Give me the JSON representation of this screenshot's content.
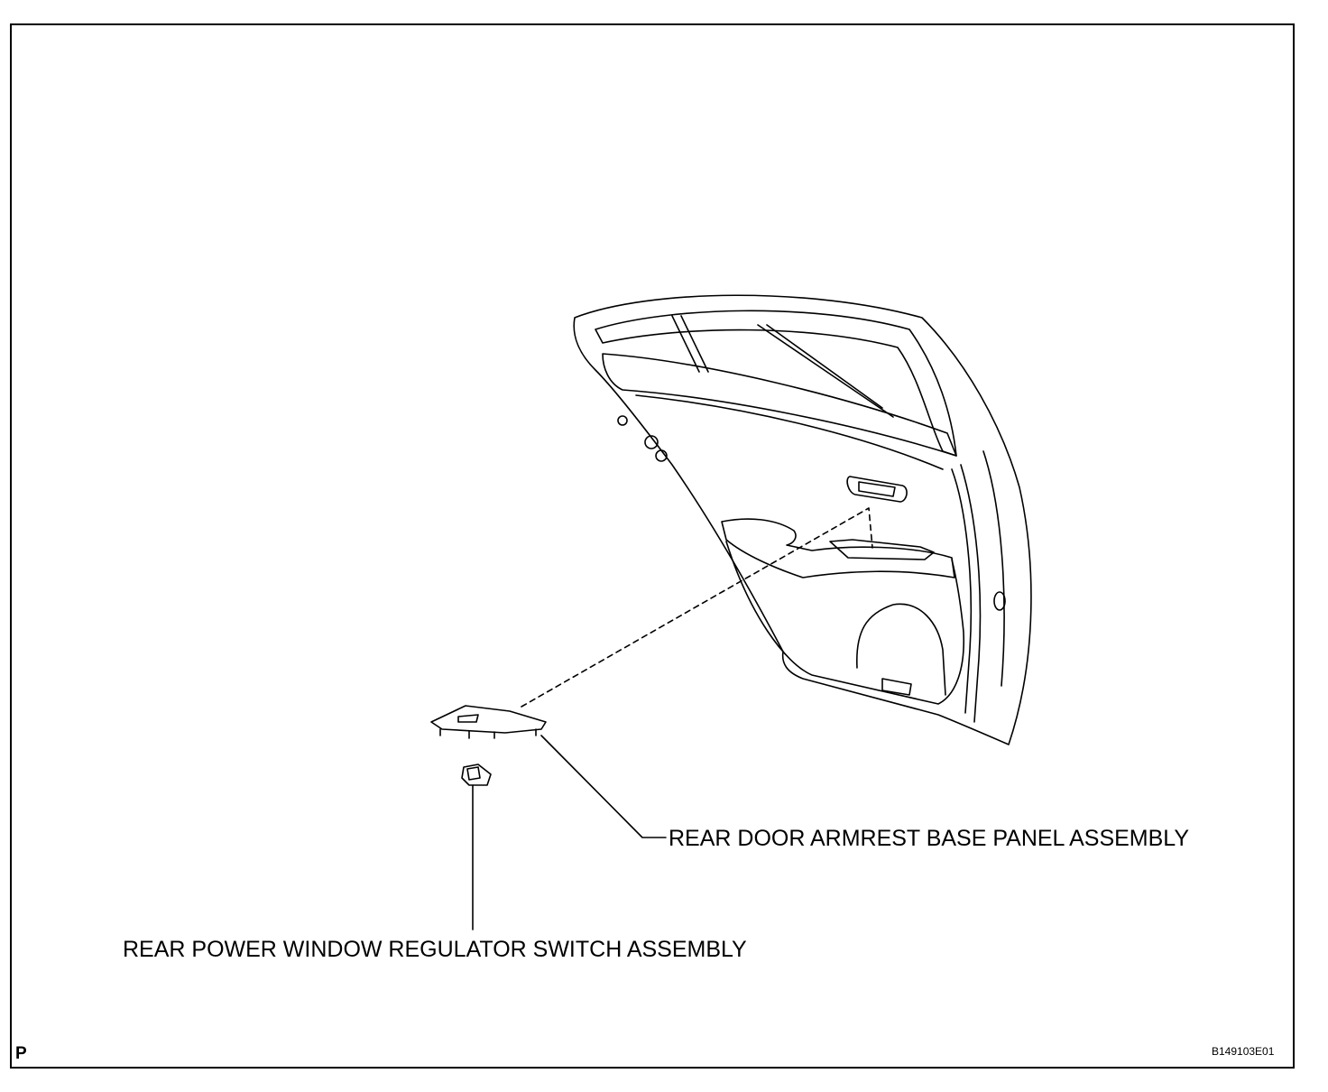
{
  "labels": {
    "armrest_panel": "REAR DOOR ARMREST BASE PANEL ASSEMBLY",
    "window_switch": "REAR POWER WINDOW REGULATOR SWITCH ASSEMBLY",
    "view_code": "P",
    "figure_code": "B149103E01"
  }
}
